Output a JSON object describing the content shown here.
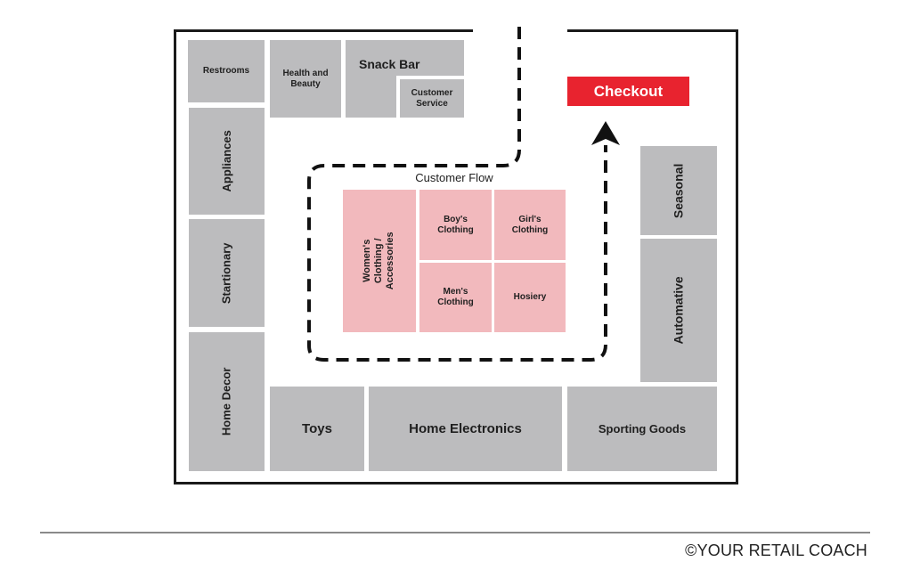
{
  "departments": {
    "restrooms": "Restrooms",
    "health_beauty": "Health and Beauty",
    "snack_bar": "Snack Bar",
    "customer_service": "Customer Service",
    "appliances": "Appliances",
    "stationary": "Startionary",
    "home_decor": "Home Decor",
    "womens": "Women's Clothing / Accessories",
    "boys": "Boy's Clothing",
    "girls": "Girl's Clothing",
    "mens": "Men's Clothing",
    "hosiery": "Hosiery",
    "seasonal": "Seasonal",
    "automative": "Automative",
    "toys": "Toys",
    "home_electronics": "Home Electronics",
    "sporting_goods": "Sporting Goods"
  },
  "checkout_label": "Checkout",
  "flow_label": "Customer Flow",
  "credit": "©YOUR RETAIL COACH",
  "colors": {
    "department": "#bcbcbe",
    "clothing": "#f2b9bd",
    "checkout": "#e8232f"
  }
}
